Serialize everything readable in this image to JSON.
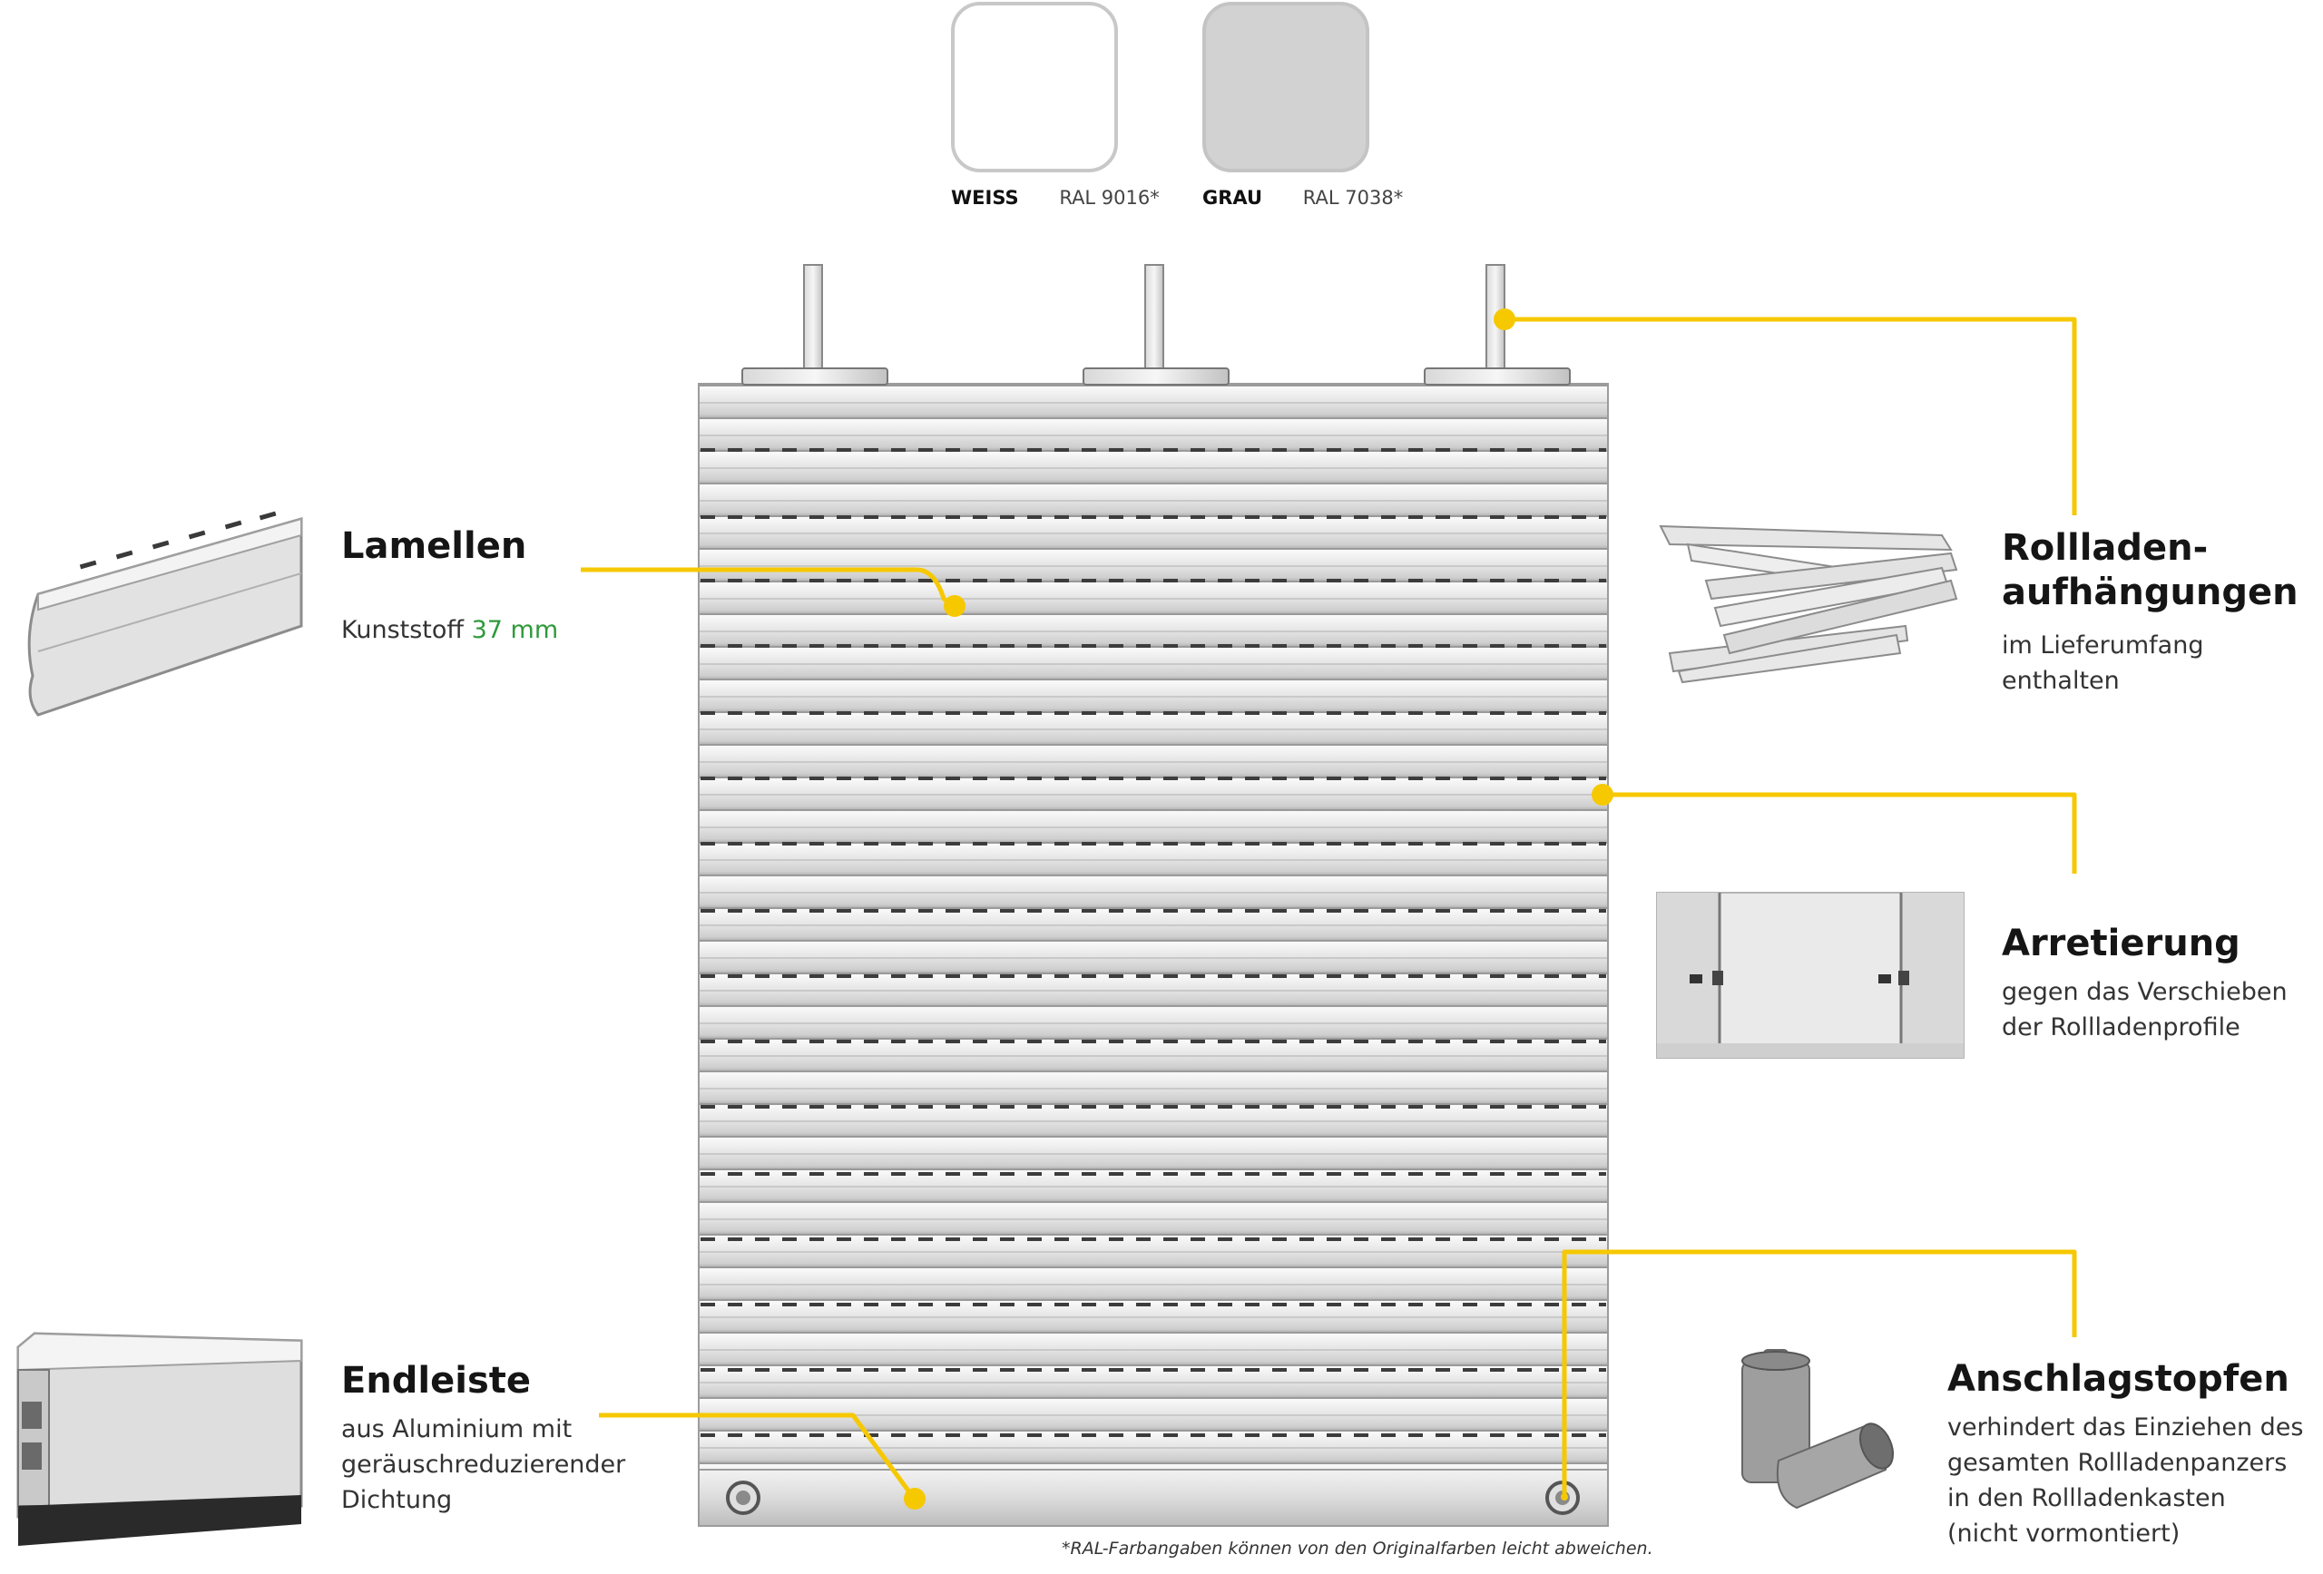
{
  "colors": {
    "accent": "#f6c800",
    "slat_light": "#e8e8e8",
    "slat_shadow": "#b4b4b4",
    "swatch_white": "#ffffff",
    "swatch_grey": "#d2d2d2",
    "highlight_green": "#2f9a3a"
  },
  "swatches": [
    {
      "name": "WEISS",
      "ral": "RAL 9016*"
    },
    {
      "name": "GRAU",
      "ral": "RAL 7038*"
    }
  ],
  "features": {
    "lamellen": {
      "title": "Lamellen",
      "sub_prefix": "Kunststoff ",
      "sub_highlight": "37 mm",
      "icon": "slat-profile-icon"
    },
    "endleiste": {
      "title": "Endleiste",
      "sub": "aus Aluminium mit\ngeräuschreduzierender\nDichtung",
      "icon": "end-rail-profile-icon"
    },
    "aufhaengungen": {
      "title_line1": "Rollladen-",
      "title_line2": "aufhängungen",
      "sub": "im Lieferumfang enthalten",
      "icon": "hanger-straps-icon"
    },
    "arretierung": {
      "title": "Arretierung",
      "sub": "gegen das Verschieben\nder Rollladenprofile",
      "icon": "locking-detail-icon"
    },
    "anschlagstopfen": {
      "title": "Anschlagstopfen",
      "sub": "verhindert das Einziehen des\ngesamten Rollladenpanzers\nin den Rollladenkasten\n(nicht vormontiert)",
      "icon": "stopper-plugs-icon"
    }
  },
  "footnote": "*RAL-Farbangaben können von den Originalfarben leicht abweichen."
}
